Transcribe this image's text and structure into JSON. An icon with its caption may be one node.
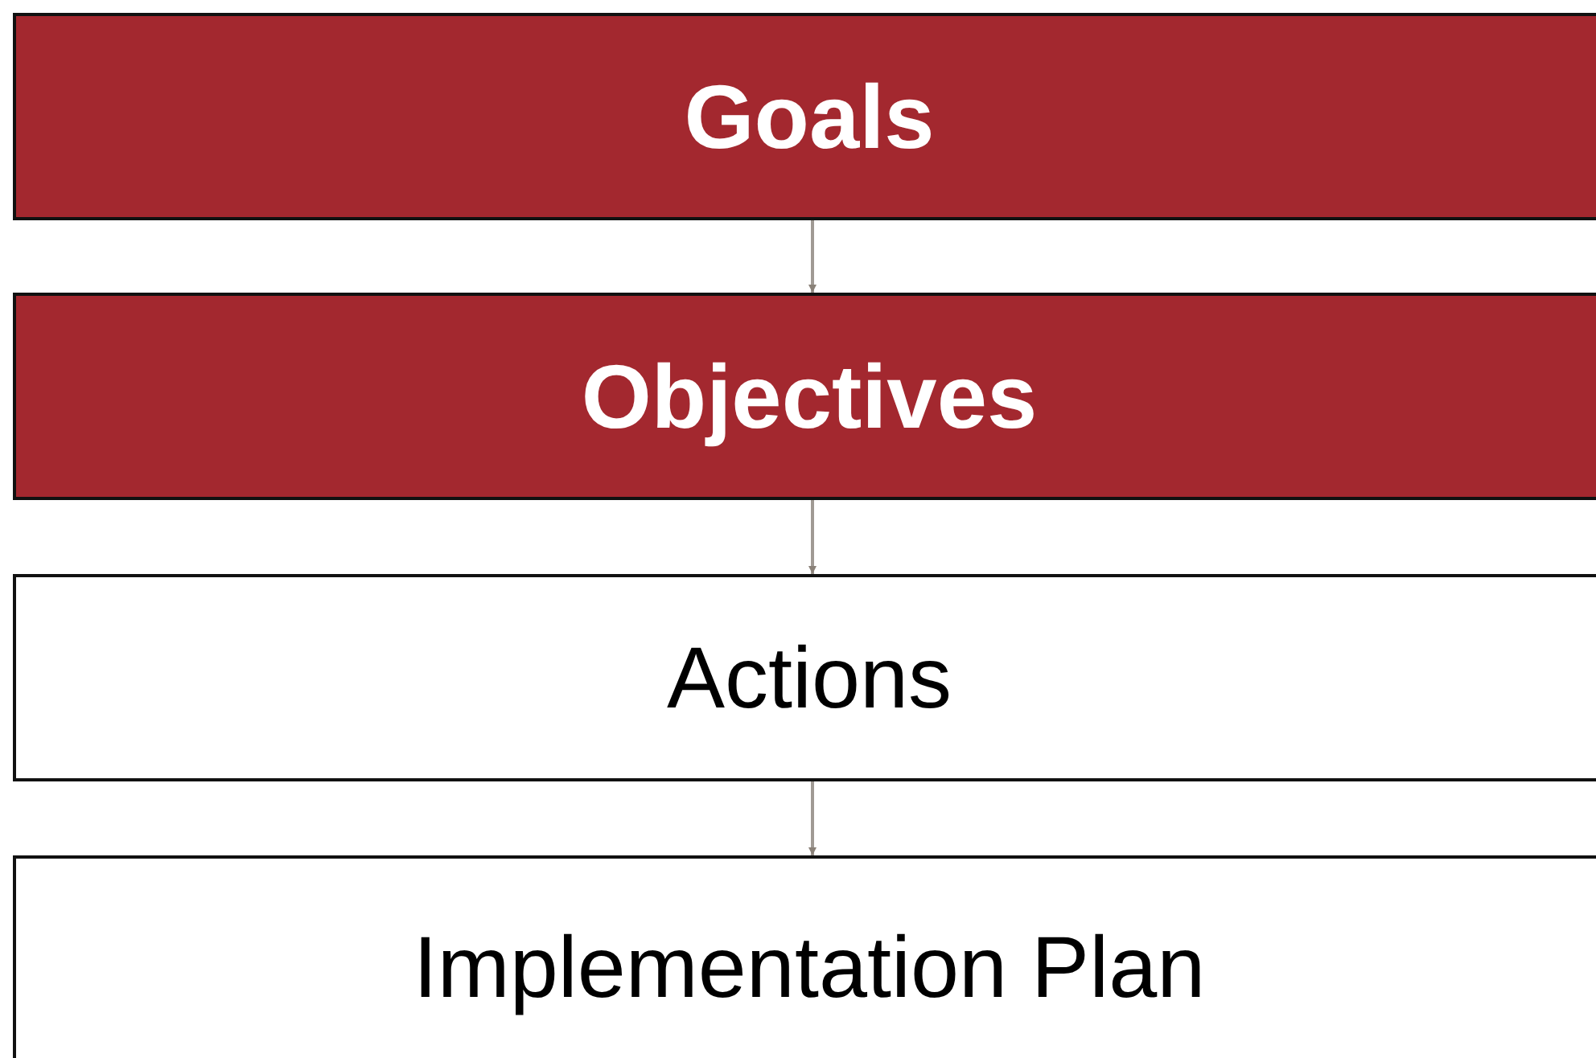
{
  "diagram": {
    "nodes": [
      {
        "text": [
          "Goals"
        ]
      },
      {
        "text": [
          "Objectives"
        ]
      },
      {
        "text": [
          "Actions"
        ]
      },
      {
        "text": [
          "Implementation Plan"
        ]
      }
    ],
    "edges": [
      {
        "from": 0,
        "to": 1,
        "arrow": "to"
      },
      {
        "from": 1,
        "to": 2,
        "arrow": "to"
      },
      {
        "from": 2,
        "to": 3,
        "arrow": "to"
      }
    ]
  }
}
